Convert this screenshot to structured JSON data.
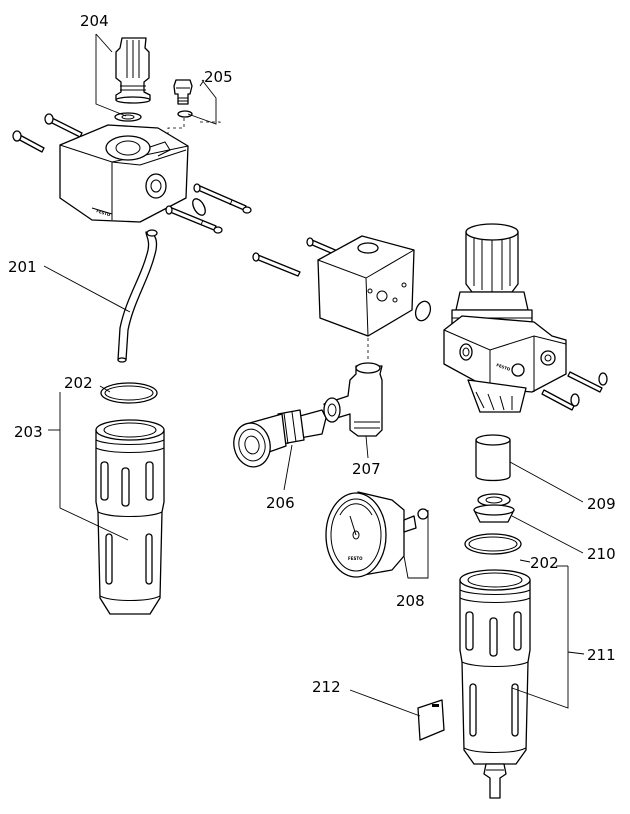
{
  "callouts": {
    "c201": "201",
    "c202a": "202",
    "c202b": "202",
    "c203": "203",
    "c204": "204",
    "c205": "205",
    "c206": "206",
    "c207": "207",
    "c208": "208",
    "c209": "209",
    "c210": "210",
    "c211": "211",
    "c212": "212"
  },
  "brand_marks": {
    "block": "FESTO",
    "regulator": "FESTO",
    "gauge": "FESTO"
  }
}
